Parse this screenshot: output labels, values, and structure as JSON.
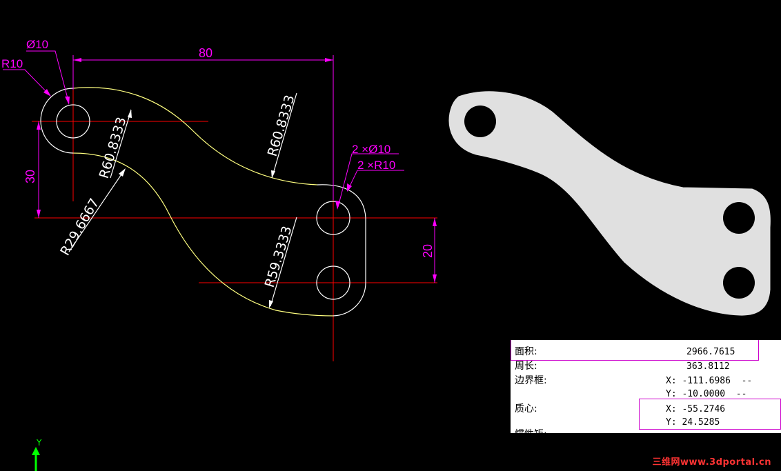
{
  "drawing": {
    "dims": {
      "d10": "Ø10",
      "r10": "R10",
      "w80": "80",
      "h30": "30",
      "r608_a": "R60.8333",
      "r608_b": "R60.8333",
      "r29": "R29.6667",
      "r59": "R59.3333",
      "two_d10": "2 ×Ø10",
      "two_r10": "2 ×R10",
      "h20": "20"
    },
    "colors": {
      "background": "#000000",
      "outline": "#ffff80",
      "centerline": "#ff0000",
      "dimension": "#ff00ff",
      "region_fill": "#e0e0e0"
    }
  },
  "properties": {
    "area_label": "面积:",
    "area_value": "2966.7615",
    "perimeter_label": "周长:",
    "perimeter_value": "363.8112",
    "bbox_label": "边界框:",
    "bbox_x": "X: -111.6986  --",
    "bbox_y": "Y: -10.0000  --",
    "centroid_label": "质心:",
    "centroid_x": "X: -55.2746",
    "centroid_y": "Y: 24.5285",
    "next_label": "惯性矩:"
  },
  "ucs": {
    "axis_label": "Y",
    "icon": "ucs-icon"
  },
  "watermark": "三维网www.3dportal.cn"
}
